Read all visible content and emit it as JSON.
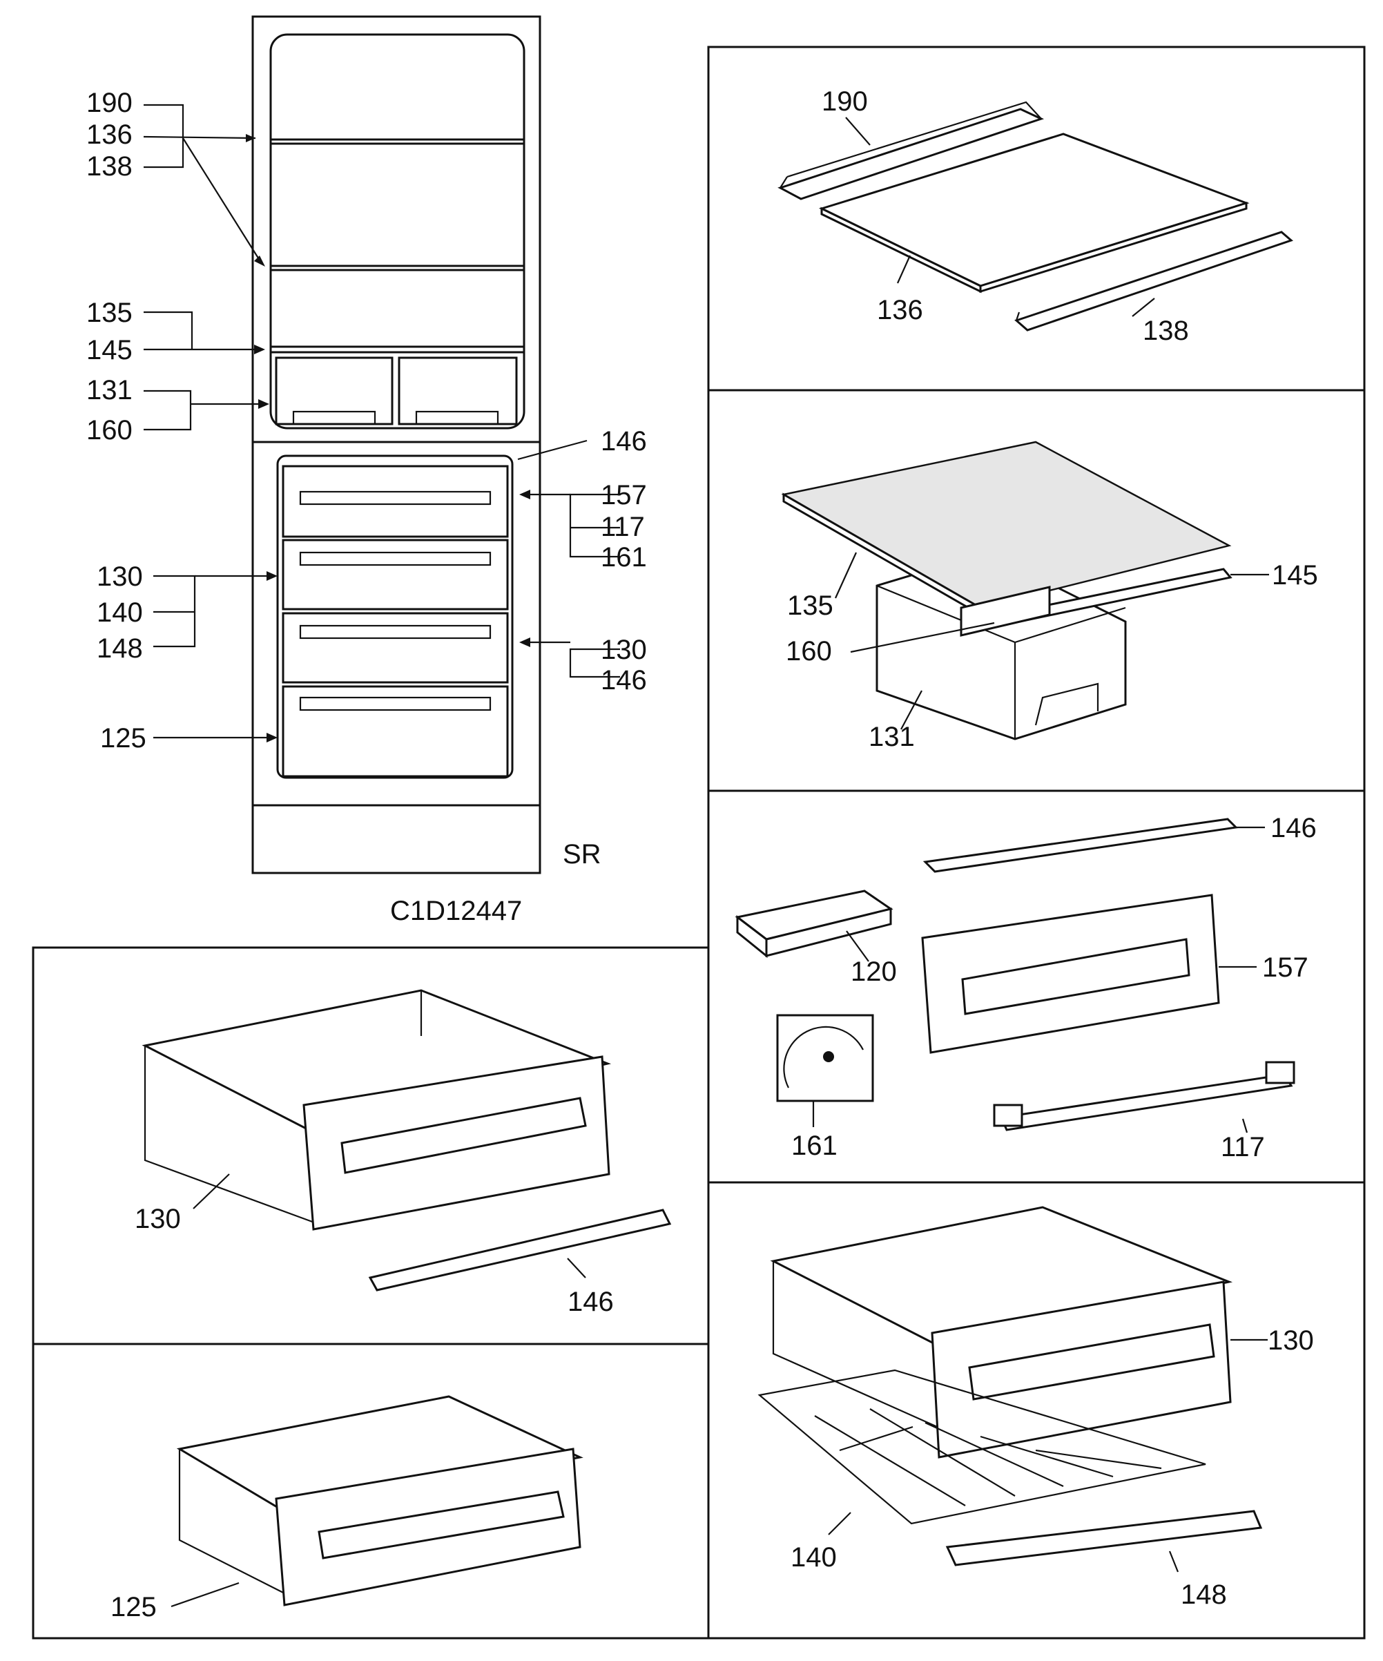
{
  "diagram": {
    "code": "C1D12447",
    "mark": "SR",
    "overview_labels": [
      {
        "id": "ov-190",
        "text": "190"
      },
      {
        "id": "ov-136",
        "text": "136"
      },
      {
        "id": "ov-138",
        "text": "138"
      },
      {
        "id": "ov-135",
        "text": "135"
      },
      {
        "id": "ov-145",
        "text": "145"
      },
      {
        "id": "ov-131",
        "text": "131"
      },
      {
        "id": "ov-160",
        "text": "160"
      },
      {
        "id": "ov-146a",
        "text": "146"
      },
      {
        "id": "ov-157",
        "text": "157"
      },
      {
        "id": "ov-117",
        "text": "117"
      },
      {
        "id": "ov-161",
        "text": "161"
      },
      {
        "id": "ov-130a",
        "text": "130"
      },
      {
        "id": "ov-140",
        "text": "140"
      },
      {
        "id": "ov-148",
        "text": "148"
      },
      {
        "id": "ov-130b",
        "text": "130"
      },
      {
        "id": "ov-146b",
        "text": "146"
      },
      {
        "id": "ov-125",
        "text": "125"
      }
    ],
    "panel_labels": [
      {
        "id": "p1-190",
        "text": "190"
      },
      {
        "id": "p1-136",
        "text": "136"
      },
      {
        "id": "p1-138",
        "text": "138"
      },
      {
        "id": "p2-135",
        "text": "135"
      },
      {
        "id": "p2-145",
        "text": "145"
      },
      {
        "id": "p2-160",
        "text": "160"
      },
      {
        "id": "p2-131",
        "text": "131"
      },
      {
        "id": "p3-146",
        "text": "146"
      },
      {
        "id": "p3-120",
        "text": "120"
      },
      {
        "id": "p3-157",
        "text": "157"
      },
      {
        "id": "p3-161",
        "text": "161"
      },
      {
        "id": "p3-117",
        "text": "117"
      },
      {
        "id": "p4-130",
        "text": "130"
      },
      {
        "id": "p4-146",
        "text": "146"
      },
      {
        "id": "p5-125",
        "text": "125"
      },
      {
        "id": "p6-130",
        "text": "130"
      },
      {
        "id": "p6-140",
        "text": "140"
      },
      {
        "id": "p6-148",
        "text": "148"
      }
    ]
  }
}
